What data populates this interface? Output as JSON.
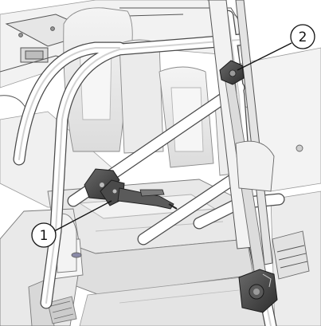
{
  "callouts": [
    {
      "label": "1"
    },
    {
      "label": "2"
    }
  ],
  "colors": {
    "background": "#ffffff",
    "line": "#3a3a3a",
    "fill_light": "#eeeeee",
    "fill_mid": "#d6d6d6",
    "part_dark": "#3d3d3d"
  },
  "icons": {
    "part_1": "seat-belt-buckle-assembly",
    "part_2": "shoulder-belt-upper-anchor"
  }
}
